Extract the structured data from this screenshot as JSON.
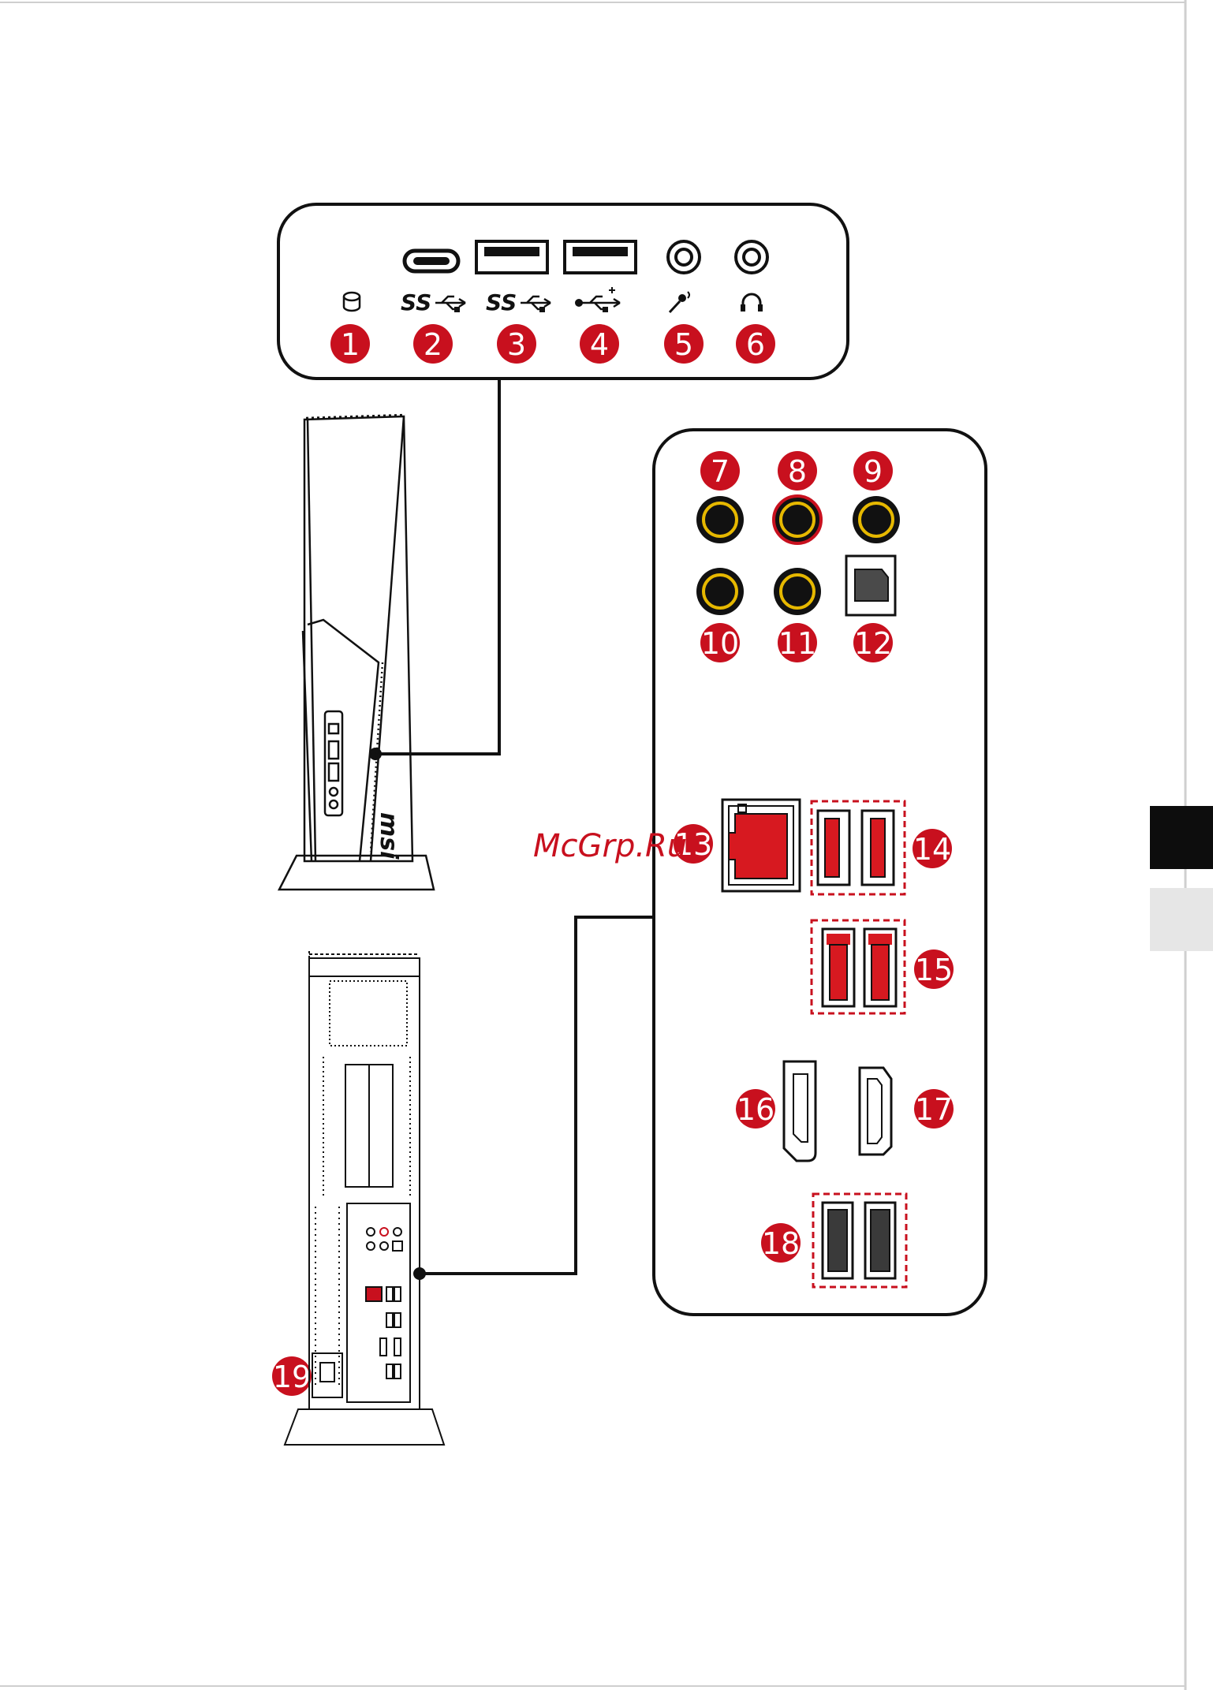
{
  "watermark": "McGrp.Ru",
  "brand_logo": "msi",
  "colors": {
    "accent_red": "#c8101e",
    "jack_ring": "#e6b800",
    "tab_dark": "#0d0d0d",
    "tab_light": "#e6e6e6"
  },
  "front_panel": {
    "ports": [
      {
        "number": "1",
        "icon": "hdd-activity-icon"
      },
      {
        "number": "2",
        "icon": "usb-superspeed-icon",
        "marking": "SS"
      },
      {
        "number": "3",
        "icon": "usb-superspeed-icon",
        "marking": "SS"
      },
      {
        "number": "4",
        "icon": "usb-icon"
      },
      {
        "number": "5",
        "icon": "microphone-icon"
      },
      {
        "number": "6",
        "icon": "headphone-icon"
      }
    ]
  },
  "rear_panel": {
    "ports": [
      {
        "number": "7"
      },
      {
        "number": "8"
      },
      {
        "number": "9"
      },
      {
        "number": "10"
      },
      {
        "number": "11"
      },
      {
        "number": "12"
      },
      {
        "number": "13"
      },
      {
        "number": "14"
      },
      {
        "number": "15"
      },
      {
        "number": "16"
      },
      {
        "number": "17"
      },
      {
        "number": "18"
      }
    ]
  },
  "power_port": {
    "number": "19"
  }
}
